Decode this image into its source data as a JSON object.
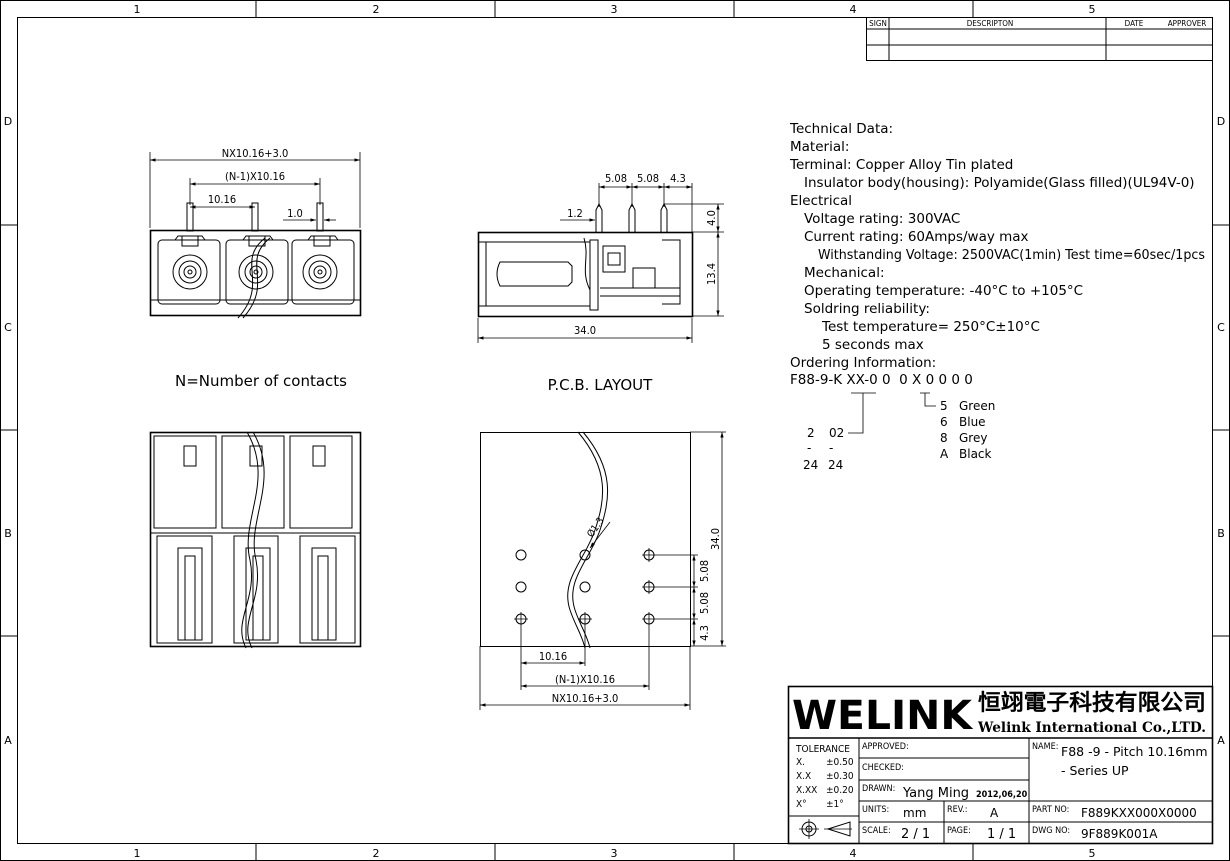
{
  "frame": {
    "columns": [
      "1",
      "2",
      "3",
      "4",
      "5"
    ],
    "rows": [
      "D",
      "C",
      "B",
      "A"
    ]
  },
  "revision_block": {
    "headers": [
      "SIGN",
      "DESCRIPTON",
      "DATE",
      "APPROVER"
    ]
  },
  "drawing": {
    "front_view": {
      "dim_total": "NX10.16+3.0",
      "dim_span": "(N-1)X10.16",
      "dim_pitch": "10.16",
      "dim_pin": "1.0",
      "caption": "N=Number of contacts"
    },
    "side_view": {
      "dim_a": "5.08",
      "dim_b": "5.08",
      "dim_c": "4.3",
      "dim_pin_offset": "1.2",
      "dim_pin_height": "4.0",
      "dim_height": "13.4",
      "dim_length": "34.0",
      "caption": "P.C.B. LAYOUT"
    },
    "pcb_layout": {
      "hole": "Ø1.3",
      "dim_height": "34.0",
      "dim_row1": "5.08",
      "dim_row2": "5.08",
      "dim_row3": "4.3",
      "dim_pitch": "10.16",
      "dim_span": "(N-1)X10.16",
      "dim_total": "NX10.16+3.0"
    }
  },
  "specs": {
    "lines": [
      "Technical Data:",
      "Material:",
      "Terminal: Copper Alloy Tin plated",
      "Insulator body(housing): Polyamide(Glass filled)(UL94V-0)",
      "Electrical",
      "Voltage rating: 300VAC",
      "Current rating: 60Amps/way max",
      "Withstanding Voltage: 2500VAC(1min) Test time=60sec/1pcs",
      "Mechanical:",
      "Operating temperature: -40°C to +105°C",
      "Soldring reliability:",
      "Test temperature= 250°C±10°C",
      "5 seconds max",
      "Ordering Information:"
    ],
    "order_code": "F88-9-K XX-0 0  0 X 0 0 0 0",
    "contacts": {
      "from_a": "2",
      "from_b": "02",
      "dash_a": "-",
      "dash_b": "-",
      "to_a": "24",
      "to_b": "24"
    },
    "colors": [
      {
        "code": "5",
        "name": "Green"
      },
      {
        "code": "6",
        "name": "Blue"
      },
      {
        "code": "8",
        "name": "Grey"
      },
      {
        "code": "A",
        "name": "Black"
      }
    ]
  },
  "title_block": {
    "logo": "WELINK",
    "company_cn": "恒翊電子科技有限公司",
    "company_en": "Welink International Co.,LTD.",
    "tolerance": {
      "title": "TOLERANCE",
      "rows": [
        {
          "k": "X.",
          "v": "±0.50"
        },
        {
          "k": "X.X",
          "v": "±0.30"
        },
        {
          "k": "X.XX",
          "v": "±0.20"
        },
        {
          "k": "X°",
          "v": "±1°"
        }
      ]
    },
    "approved_label": "APPROVED:",
    "checked_label": "CHECKED:",
    "drawn_label": "DRAWN:",
    "drawn_by": "Yang Ming",
    "drawn_date": "2012,06,20",
    "units_label": "UNITS:",
    "units": "mm",
    "rev_label": "REV.:",
    "rev": "A",
    "scale_label": "SCALE:",
    "scale": "2 / 1",
    "page_label": "PAGE:",
    "page": "1 / 1",
    "name_label": "NAME:",
    "name_line1": "F88 -9 - Pitch 10.16mm",
    "name_line2": "- Series UP",
    "part_no_label": "PART NO:",
    "part_no": "F889KXX000X0000",
    "dwg_no_label": "DWG NO:",
    "dwg_no": "9F889K001A"
  }
}
